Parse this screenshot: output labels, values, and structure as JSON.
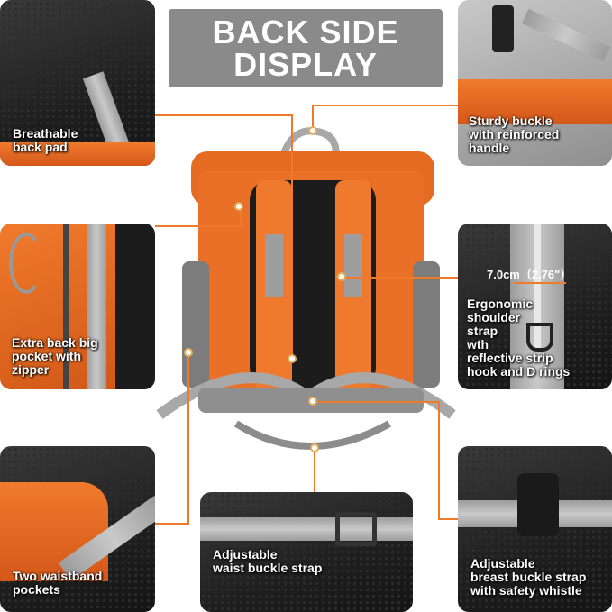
{
  "title": "BACK SIDE\nDISPLAY",
  "captions": {
    "back_pad": "Breathable\nback pad",
    "buckle_handle": "Sturdy buckle\nwith reinforced\nhandle",
    "back_pocket": "Extra back big\npocket with\nzipper",
    "shoulder_strap": "Ergonomic\nshoulder\nstrap\nwth\nreflective strip\nhook and D rings",
    "shoulder_measure": "7.0cm（2.76\"）",
    "waistband_pockets": "Two waistband\npockets",
    "waist_buckle": "Adjustable\nwaist buckle strap",
    "breast_buckle": "Adjustable\nbreast buckle strap\nwith safety whistle"
  },
  "colors": {
    "accent": "#f07a2c",
    "title_bg": "#8a8a8a",
    "strap_gray": "#a8a8a8"
  }
}
